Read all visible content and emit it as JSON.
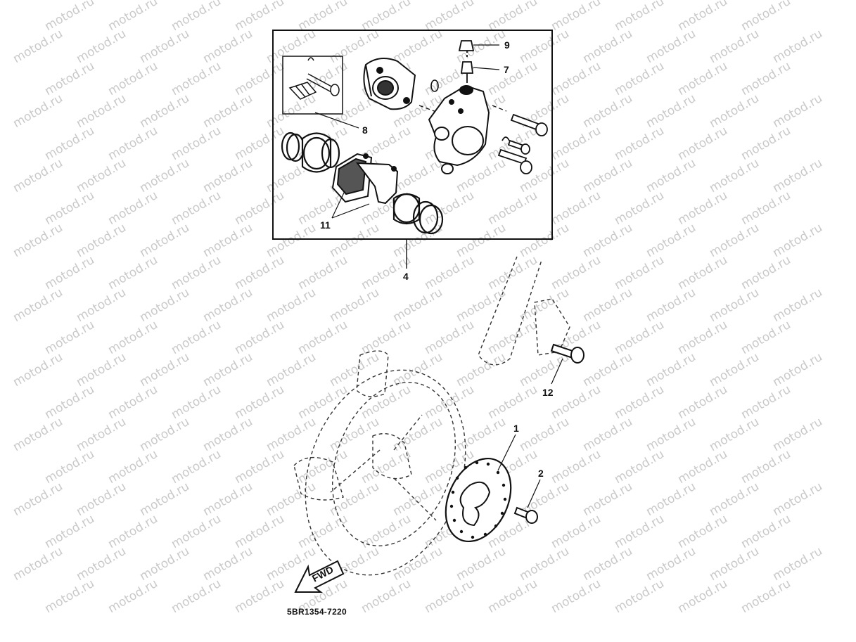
{
  "watermark": {
    "text": "motod.ru"
  },
  "callouts": {
    "c1": "1",
    "c2": "2",
    "c4": "4",
    "c7": "7",
    "c8": "8",
    "c9": "9",
    "c11": "11",
    "c12": "12"
  },
  "fwd_arrow": {
    "label": "FWD"
  },
  "diagram_code": "5BR1354-7220"
}
